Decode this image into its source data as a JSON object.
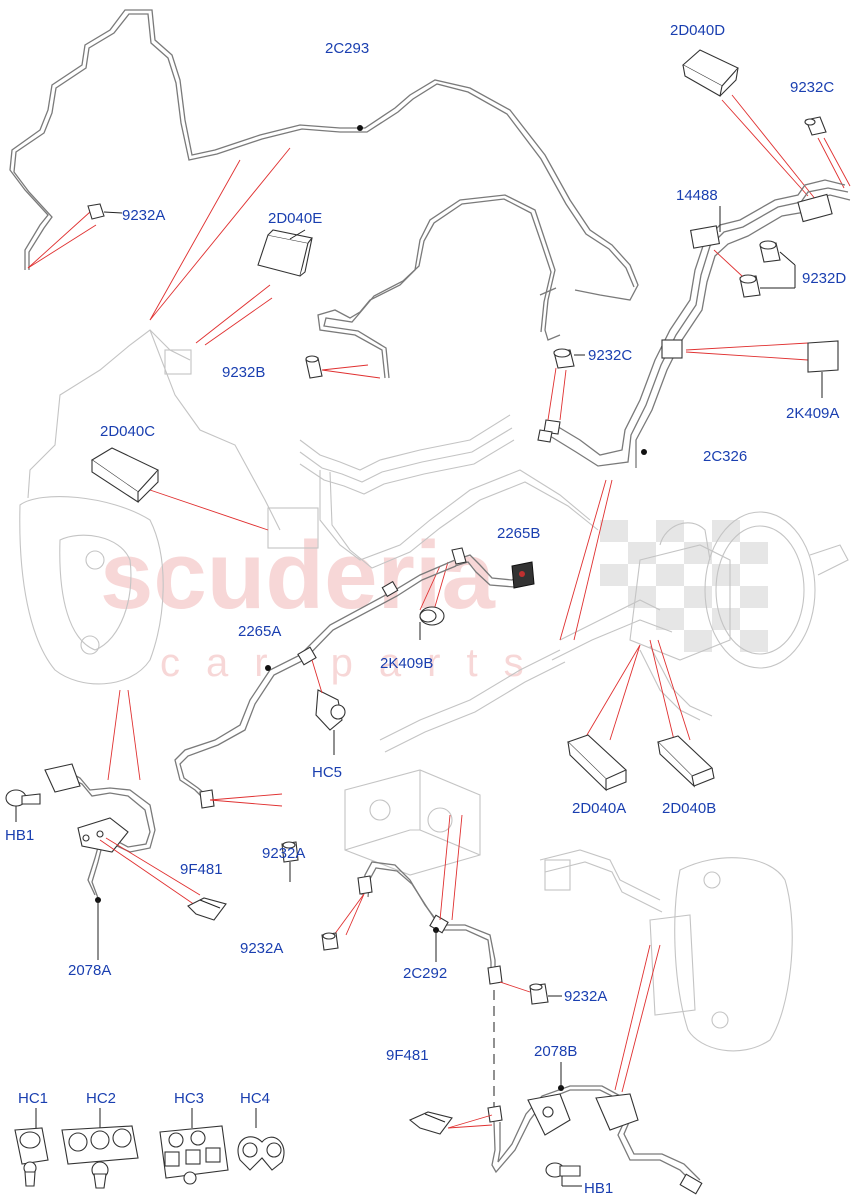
{
  "watermark": {
    "brand": "scuderia",
    "sub": "car parts"
  },
  "colors": {
    "label": "#1a3fb0",
    "leader": "#e03030",
    "pipe": "#7a7a7a",
    "ghost": "#c4c4c4"
  },
  "labels": {
    "l_2c293": "2C293",
    "l_9232a_tl": "9232A",
    "l_2d040e": "2D040E",
    "l_9232b": "9232B",
    "l_2d040d": "2D040D",
    "l_9232c_tr": "9232C",
    "l_14488": "14488",
    "l_9232d": "9232D",
    "l_9232c_mid": "9232C",
    "l_2k409a": "2K409A",
    "l_2c326": "2C326",
    "l_2d040c": "2D040C",
    "l_2265b": "2265B",
    "l_2265a": "2265A",
    "l_2k409b": "2K409B",
    "l_hc5": "HC5",
    "l_hb1_left": "HB1",
    "l_9f481_left": "9F481",
    "l_9232a_mid": "9232A",
    "l_2078a": "2078A",
    "l_2d040a": "2D040A",
    "l_2d040b": "2D040B",
    "l_9232a_bl": "9232A",
    "l_2c292": "2C292",
    "l_9232a_br": "9232A",
    "l_9f481_bottom": "9F481",
    "l_2078b": "2078B",
    "l_hb1_bottom": "HB1",
    "l_hc1": "HC1",
    "l_hc2": "HC2",
    "l_hc3": "HC3",
    "l_hc4": "HC4"
  }
}
